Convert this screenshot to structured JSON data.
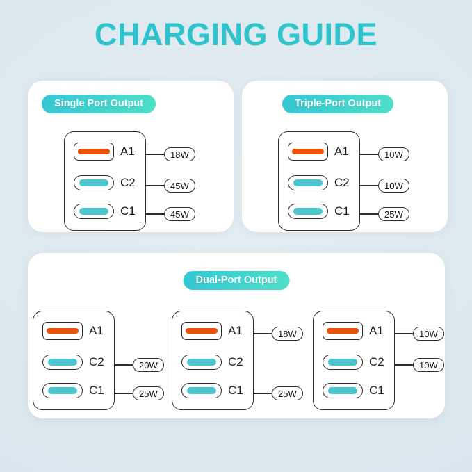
{
  "title": "CHARGING GUIDE",
  "colors": {
    "title": "#2ec3cd",
    "badge_gradient_start": "#35c6d4",
    "badge_gradient_end": "#4fe0c8",
    "usb_a_blade": "#e8530e",
    "usb_c_blade": "#4cc6ce",
    "outline": "#2c2c2c",
    "background": "#dfeaf0",
    "card": "#ffffff"
  },
  "cards": {
    "single": {
      "badge": "Single Port Output",
      "ports": [
        {
          "label": "A1",
          "type": "usb-a",
          "watt": "18W"
        },
        {
          "label": "C2",
          "type": "usb-c",
          "watt": "45W"
        },
        {
          "label": "C1",
          "type": "usb-c",
          "watt": "45W"
        }
      ]
    },
    "triple": {
      "badge": "Triple-Port Output",
      "ports": [
        {
          "label": "A1",
          "type": "usb-a",
          "watt": "10W"
        },
        {
          "label": "C2",
          "type": "usb-c",
          "watt": "10W"
        },
        {
          "label": "C1",
          "type": "usb-c",
          "watt": "25W"
        }
      ]
    },
    "dual": {
      "badge": "Dual-Port Output",
      "combos": [
        {
          "ports": [
            {
              "label": "A1",
              "type": "usb-a",
              "watt": ""
            },
            {
              "label": "C2",
              "type": "usb-c",
              "watt": "20W"
            },
            {
              "label": "C1",
              "type": "usb-c",
              "watt": "25W"
            }
          ]
        },
        {
          "ports": [
            {
              "label": "A1",
              "type": "usb-a",
              "watt": "18W"
            },
            {
              "label": "C2",
              "type": "usb-c",
              "watt": ""
            },
            {
              "label": "C1",
              "type": "usb-c",
              "watt": "25W"
            }
          ]
        },
        {
          "ports": [
            {
              "label": "A1",
              "type": "usb-a",
              "watt": "10W"
            },
            {
              "label": "C2",
              "type": "usb-c",
              "watt": "10W"
            },
            {
              "label": "C1",
              "type": "usb-c",
              "watt": ""
            }
          ]
        }
      ]
    }
  }
}
